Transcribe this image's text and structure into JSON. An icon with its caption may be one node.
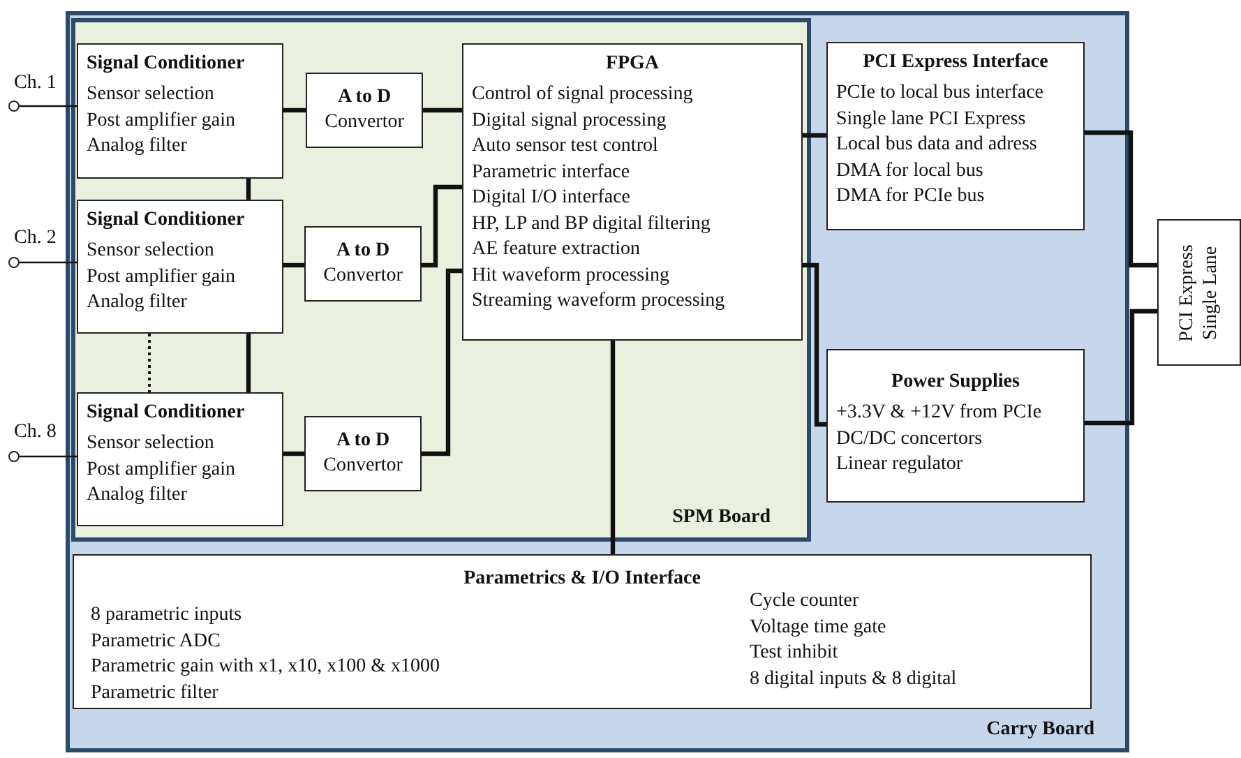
{
  "diagram": {
    "nodes": [
      {
        "text": [
          "Carry Board"
        ]
      },
      {
        "text": [
          "SPM Board"
        ],
        "in": 0
      },
      {
        "text": [
          "Signal Conditioner",
          "Sensor selection",
          "Post amplifier gain",
          "Analog filter"
        ],
        "in": 1
      },
      {
        "text": [
          "A to D",
          "Convertor"
        ],
        "in": 1
      },
      {
        "text": [
          "Signal Conditioner",
          "Sensor selection",
          "Post amplifier gain",
          "Analog filter"
        ],
        "in": 1
      },
      {
        "text": [
          "A to D",
          "Convertor"
        ],
        "in": 1
      },
      {
        "text": [
          "Signal Conditioner",
          "Sensor selection",
          "Post amplifier gain",
          "Analog filter"
        ],
        "in": 1
      },
      {
        "text": [
          "A to D",
          "Convertor"
        ],
        "in": 1
      },
      {
        "text": [
          "FPGA",
          "Control of signal processing",
          "Digital signal processing",
          "Auto sensor test control",
          "Parametric interface",
          "Digital I/O interface",
          "HP, LP and BP digital filtering",
          "AE feature extraction",
          "Hit waveform processing",
          "Streaming waveform processing"
        ],
        "in": 1
      },
      {
        "text": [
          "PCI Express Interface",
          "PCIe to local bus interface",
          "Single lane PCI Express",
          "Local bus data and adress",
          "DMA for local bus",
          "DMA for PCIe bus"
        ],
        "in": 0
      },
      {
        "text": [
          "Power Supplies",
          "+3.3V & +12V from PCIe",
          "DC/DC concertors",
          "Linear regulator"
        ],
        "in": 0
      },
      {
        "text": [
          "Parametrics & I/O Interface",
          "8 parametric inputs",
          "Parametric ADC",
          "Parametric gain with x1, x10, x100 & x1000",
          "Parametric filter",
          "Cycle counter",
          "Voltage time gate",
          "Test inhibit",
          "8 digital inputs & 8 digital"
        ],
        "in": 0
      },
      {
        "text": [
          "PCI Express Single Lane"
        ]
      },
      {
        "text": [],
        "shape": "circle",
        "beside": [
          "Ch. 1"
        ]
      },
      {
        "text": [],
        "shape": "circle",
        "beside": [
          "Ch. 2"
        ]
      },
      {
        "text": [],
        "shape": "circle",
        "beside": [
          "Ch. 8"
        ]
      }
    ],
    "edges": [
      {
        "from": 13,
        "to": 2,
        "arrow": "none"
      },
      {
        "from": 14,
        "to": 4,
        "arrow": "none"
      },
      {
        "from": 15,
        "to": 6,
        "arrow": "none"
      },
      {
        "from": 2,
        "to": 3,
        "arrow": "none"
      },
      {
        "from": 4,
        "to": 5,
        "arrow": "none"
      },
      {
        "from": 6,
        "to": 7,
        "arrow": "none"
      },
      {
        "from": 2,
        "to": 4,
        "arrow": "none"
      },
      {
        "from": 4,
        "to": 6,
        "arrow": "none"
      },
      {
        "from": 4,
        "to": 6,
        "arrow": "none",
        "style": "dashed"
      },
      {
        "from": 3,
        "to": 8,
        "arrow": "none"
      },
      {
        "from": 5,
        "to": 8,
        "arrow": "none"
      },
      {
        "from": 7,
        "to": 8,
        "arrow": "none"
      },
      {
        "from": 8,
        "to": 9,
        "arrow": "none"
      },
      {
        "from": 8,
        "to": 10,
        "arrow": "none"
      },
      {
        "from": 8,
        "to": 11,
        "arrow": "none"
      },
      {
        "from": 9,
        "to": 12,
        "arrow": "none"
      },
      {
        "from": 10,
        "to": 12,
        "arrow": "none"
      }
    ]
  }
}
